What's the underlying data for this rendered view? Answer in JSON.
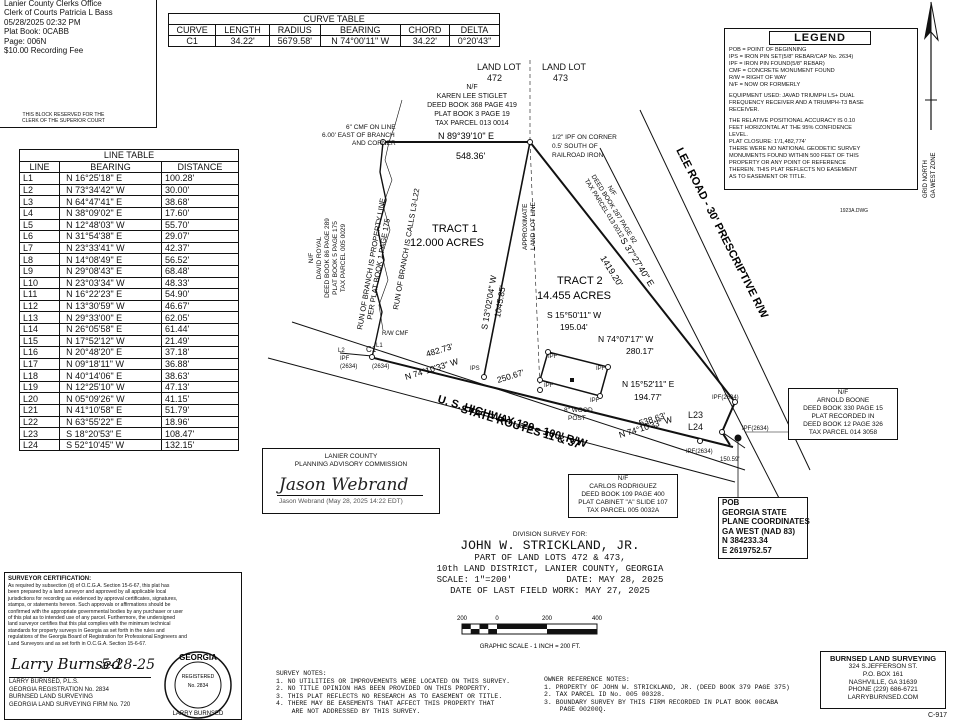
{
  "recording_block": {
    "lines": [
      "Lanier County Clerks Office",
      "Clerk of Courts  Patricia L Bass",
      "05/28/2025 02:32 PM",
      "Plat Book: 0CABB",
      "Page: 006N",
      "$10.00 Recording Fee"
    ],
    "reserved_note": [
      "THIS BLOCK RESERVED FOR THE",
      "CLERK OF THE SUPERIOR COURT"
    ]
  },
  "curve_table": {
    "title": "CURVE TABLE",
    "headers": [
      "CURVE",
      "LENGTH",
      "RADIUS",
      "BEARING",
      "CHORD",
      "DELTA"
    ],
    "rows": [
      [
        "C1",
        "34.22'",
        "5679.58'",
        "N 74°00'11\" W",
        "34.22'",
        "0°20'43\""
      ]
    ]
  },
  "line_table": {
    "title": "LINE TABLE",
    "headers": [
      "LINE",
      "BEARING",
      "DISTANCE"
    ],
    "rows": [
      [
        "L1",
        "N 16°25'18\" E",
        "100.28'"
      ],
      [
        "L2",
        "N 73°34'42\" W",
        "30.00'"
      ],
      [
        "L3",
        "N 64°47'41\" E",
        "38.68'"
      ],
      [
        "L4",
        "N 38°09'02\" E",
        "17.60'"
      ],
      [
        "L5",
        "N 12°48'03\" W",
        "55.70'"
      ],
      [
        "L6",
        "N 31°54'38\" E",
        "29.07'"
      ],
      [
        "L7",
        "N 23°33'41\" W",
        "42.37'"
      ],
      [
        "L8",
        "N 14°08'49\" E",
        "56.52'"
      ],
      [
        "L9",
        "N 29°08'43\" E",
        "68.48'"
      ],
      [
        "L10",
        "N 23°03'34\" W",
        "48.33'"
      ],
      [
        "L11",
        "N 16°22'23\" E",
        "54.90'"
      ],
      [
        "L12",
        "N 13°30'59\" W",
        "46.67'"
      ],
      [
        "L13",
        "N 29°33'00\" E",
        "62.05'"
      ],
      [
        "L14",
        "N 26°05'58\" E",
        "61.44'"
      ],
      [
        "L15",
        "N 17°52'12\" W",
        "21.49'"
      ],
      [
        "L16",
        "N 20°48'20\" E",
        "37.18'"
      ],
      [
        "L17",
        "N 09°18'11\" W",
        "36.88'"
      ],
      [
        "L18",
        "N 40°14'06\" E",
        "38.63'"
      ],
      [
        "L19",
        "N 12°25'10\" W",
        "47.13'"
      ],
      [
        "L20",
        "N 05°09'26\" W",
        "41.15'"
      ],
      [
        "L21",
        "N 41°10'58\" E",
        "51.79'"
      ],
      [
        "L22",
        "N 63°55'22\" E",
        "18.96'"
      ],
      [
        "L23",
        "S 18°20'53\" E",
        "108.47'"
      ],
      [
        "L24",
        "S 52°10'45\" W",
        "132.15'"
      ]
    ]
  },
  "legend": {
    "title": "LEGEND",
    "lines": [
      "POB = POINT OF BEGINNING",
      "IPS = IRON PIN SET(5/8\" REBAR/CAP No. 2634)",
      "IPF = IRON PIN FOUND(5/8\" REBAR)",
      "CMF = CONCRETE MONUMENT FOUND",
      "R/W = RIGHT OF WAY",
      "N/F = NOW OR FORMERLY",
      "",
      "EQUIPMENT USED: JAVAD TRIUMPH LS+ DUAL",
      "FREQUENCY RECEIVER AND A TRIUMPH-T3 BASE",
      "RECEIVER.",
      "",
      "THE RELATIVE POSITIONAL ACCURACY IS 0.10",
      "FEET HORIZONTAL AT THE 95% CONFIDENCE",
      "LEVEL.",
      "PLAT CLOSURE: 1'/1,482,774'",
      "THERE WERE NO NATIONAL GEODETIC SURVEY",
      "MONUMENTS FOUND WITHIN 500 FEET OF THIS",
      "PROPERTY OR ANY POINT OF REFERENCE",
      "THEREIN. THIS PLAT REFLECTS NO EASEMENT",
      "AS TO EASEMENT OR TITLE."
    ],
    "dwg": "1923A.DWG"
  },
  "north_label": [
    "GRID NORTH",
    "GA WEST ZONE"
  ],
  "map": {
    "land_lot_472": [
      "LAND LOT",
      "472"
    ],
    "land_lot_473": [
      "LAND LOT",
      "473"
    ],
    "stiglet": [
      "N/F",
      "KAREN LEE STIGLET",
      "DEED BOOK 368 PAGE 419",
      "PLAT BOOK 3 PAGE 19",
      "TAX PARCEL 013 0014"
    ],
    "cmf_on_line": [
      "6\" CMF ON LINE",
      "6.00' EAST OF BRANCH",
      "AND CORNER"
    ],
    "north_bearing": "N 89°39'10\" E",
    "north_distance": "548.36'",
    "iron_corner": [
      "1/2\" IPF ON CORNER",
      "0.5' SOUTH OF",
      "RAILROAD IRON"
    ],
    "royal": [
      "N/F",
      "DAVID ROYAL",
      "DEED BOOK 86 PAGE 289",
      "PLAT BOOK 5 PAGE 175",
      "TAX PARCEL 005 0029"
    ],
    "run_branch_1": "RUN OF BRANCH IS PROPERTY LINE",
    "run_branch_2": "PER PLAT BOOK 1 PAGE 175",
    "run_branch_3": "RUN OF BRANCH IS CALLS L3-L22",
    "tract1": [
      "TRACT 1",
      "12.000 ACRES"
    ],
    "approx_line": [
      "APPROXIMATE",
      "LAND LOT LINE"
    ],
    "east_parcel": [
      "N/F",
      "DEED BOOK 287 PAGE 92",
      "TAX PARCEL 013 0012"
    ],
    "lee_road": "LEE ROAD - 30' PRESCRIPTIVE R/W",
    "east_bearing": "S 37°27'40\" E",
    "east_distance": "1419.20'",
    "tract2": [
      "TRACT 2",
      "14.455 ACRES"
    ],
    "mid_bearing": "S 13°02'04\" W",
    "mid_distance": "1045.85'",
    "b1": "S 15°50'11\" W",
    "d1": "195.04'",
    "b2": "N 74°07'17\" W",
    "d2": "280.17'",
    "b3": "N 15°52'11\" E",
    "d3": "194.77'",
    "south_b": "N 74°10'33\" W",
    "south_d1": "482.73'",
    "south_d2": "250.67'",
    "south_b2": "N 74°10'33\" W",
    "south_d3": "538.63'",
    "highway1": "U. S. HIGHWAY 129 - 100' R/W",
    "highway2": "STATE ROUTES 11 & 37",
    "ipf": "IPF",
    "ips": "IPS",
    "ipf_2634": "IPF(2634)",
    "c1": "C1",
    "l2": "L2",
    "l1": "L1",
    "l23": "L23",
    "l24": "L24",
    "rw_cmf": "R/W CMF",
    "ipf_2634_plain": "(2634)",
    "wood_post": [
      "8\" WOOD",
      "POST"
    ],
    "dist_150": "150.59'",
    "boone": [
      "N/F",
      "ARNOLD BOONE",
      "DEED BOOK 330 PAGE 15",
      "PLAT RECORDED IN",
      "DEED BOOK 12 PAGE 326",
      "TAX PARCEL 014 3058"
    ],
    "rodriguez": [
      "N/F",
      "CARLOS RODRIGUEZ",
      "DEED BOOK 109 PAGE 400",
      "PLAT CABINET \"A\" SLIDE 107",
      "TAX PARCEL 005 0032A"
    ]
  },
  "commission": {
    "title": [
      "LANIER COUNTY",
      "PLANNING ADVISORY COMMISSION"
    ],
    "signature": "Jason Webrand",
    "signed_text": "Jason Webrand (May 28, 2025 14:22 EDT)"
  },
  "pob": [
    "POB",
    "GEORGIA STATE",
    "PLANE COORDINATES",
    "GA WEST (NAD 83)",
    "N 384233.34",
    "E 2619752.57"
  ],
  "title_block": {
    "lines": [
      "DIVISION SURVEY FOR:",
      "JOHN W. STRICKLAND, JR.",
      "PART OF LAND LOTS 472 & 473,",
      "10th LAND DISTRICT, LANIER COUNTY, GEORGIA",
      "SCALE: 1\"=200'          DATE: MAY 28, 2025",
      "DATE OF LAST FIELD WORK: MAY 27, 2025"
    ]
  },
  "scale": {
    "ticks": [
      "200",
      "0",
      "200",
      "400"
    ],
    "caption": "GRAPHIC SCALE - 1 INCH = 200 FT."
  },
  "surveyor_cert": {
    "title": "SURVEYOR CERTIFICATION:",
    "lines": [
      "As required by subsection (d) of O.C.G.A. Section 15-6-67, this plat has",
      "been prepared by a land surveyor and approved by all applicable local",
      "jurisdictions for recording as evidenced by approval certificates, signatures,",
      "stamps, or statements hereon. Such approvals or affirmations should be",
      "confirmed with the appropriate governmental bodies by any purchaser or user",
      "of this plat as to intended use of any parcel. Furthermore, the undersigned",
      "land surveyor certifies that this plat complies with the minimum technical",
      "standards for property surveys in Georgia as set forth in the rules and",
      "regulations of the Georgia Board of Registration for Professional Engineers and",
      "Land Surveyors and as set forth in O.C.G.A. Section 15-6-67."
    ],
    "sig": "Larry Burnsed",
    "date": "5-28-25",
    "name_lines": [
      "LARRY BURNSED, P.L.S.",
      "GEORGIA REGISTRATION No. 2834",
      "BURNSED LAND SURVEYING",
      "GEORGIA LAND SURVEYING FIRM No. 720"
    ]
  },
  "seal": {
    "top": "GEORGIA",
    "mid1": "REGISTERED",
    "mid2": "No. 2834",
    "bottom": "LARRY BURNSED"
  },
  "survey_notes": {
    "title": "SURVEY NOTES:",
    "lines": [
      "1. NO UTILITIES OR IMPROVEMENTS WERE LOCATED ON THIS SURVEY.",
      "2. NO TITLE OPINION HAS BEEN PROVIDED ON THIS PROPERTY.",
      "3. THIS PLAT REFLECTS NO RESEARCH AS TO EASEMENT OR TITLE.",
      "4. THERE MAY BE EASEMENTS THAT AFFECT THIS PROPERTY THAT",
      "    ARE NOT ADDRESSED BY THIS SURVEY."
    ]
  },
  "owner_notes": {
    "title": "OWNER REFERENCE NOTES:",
    "lines": [
      "1. PROPERTY OF JOHN W. STRICKLAND, JR. (DEED BOOK 379 PAGE 375)",
      "2. TAX PARCEL ID No. 005 00328.",
      "3. BOUNDARY SURVEY BY THIS FIRM RECORDED IN PLAT BOOK 00CABA",
      "    PAGE 00200Q."
    ]
  },
  "firm_block": [
    "BURNSED LAND SURVEYING",
    "324 S.JEFFERSON ST.",
    "P.O. BOX 161",
    "NASHVILLE, GA 31639",
    "PHONE (229) 686-6721",
    "LARRYBURNSED.COM"
  ],
  "drawing_no": "C-917"
}
